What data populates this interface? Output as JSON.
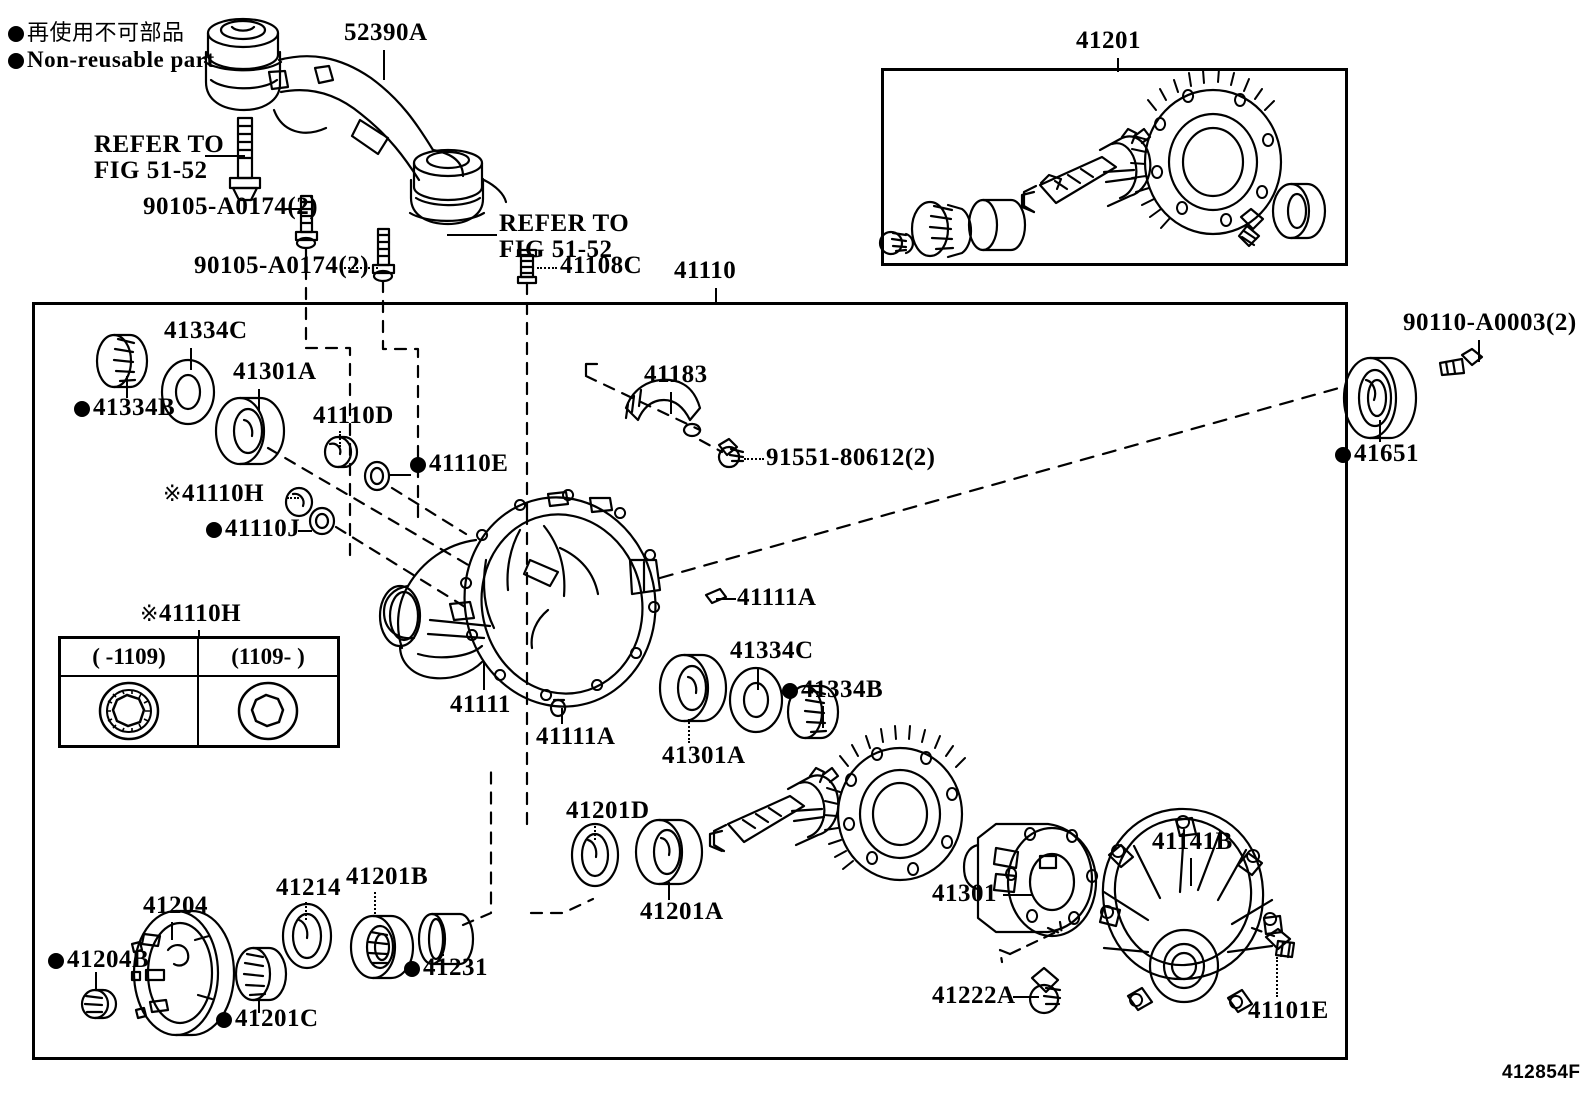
{
  "diagram": {
    "corner_id": "412854F",
    "legend": {
      "japanese": "再使用不可部品",
      "english": "Non-reusable part"
    },
    "notes": [
      {
        "id": "refer-1",
        "line1": "REFER TO",
        "line2": "FIG 51-52"
      },
      {
        "id": "refer-2",
        "line1": "REFER TO",
        "line2": "FIG 51-52"
      }
    ],
    "boxes": [
      {
        "name": "sub-assembly-41201-box",
        "label": "41201"
      },
      {
        "name": "main-assembly-41110-box",
        "label": "41110"
      }
    ],
    "variant_table": {
      "title": "41110H",
      "title_prefix": "※",
      "columns": [
        "(      -1109)",
        "(1109-      )"
      ]
    },
    "callouts": [
      {
        "id": "c-52390A",
        "text": "52390A",
        "marked": false
      },
      {
        "id": "c-90105-1",
        "text": "90105-A0174(2)",
        "marked": false
      },
      {
        "id": "c-90105-2",
        "text": "90105-A0174(2)",
        "marked": false
      },
      {
        "id": "c-41108C",
        "text": "41108C",
        "marked": false
      },
      {
        "id": "c-41110",
        "text": "41110",
        "marked": false
      },
      {
        "id": "c-41201",
        "text": "41201",
        "marked": false
      },
      {
        "id": "c-41334C-1",
        "text": "41334C",
        "marked": false
      },
      {
        "id": "c-41334B-1",
        "text": "41334B",
        "marked": true
      },
      {
        "id": "c-41301A-1",
        "text": "41301A",
        "marked": false
      },
      {
        "id": "c-41110D",
        "text": "41110D",
        "marked": false
      },
      {
        "id": "c-41110E",
        "text": "41110E",
        "marked": true
      },
      {
        "id": "c-41110H",
        "text": "41110H",
        "marked": false,
        "prefix": "※"
      },
      {
        "id": "c-41110J",
        "text": "41110J",
        "marked": true
      },
      {
        "id": "c-41183",
        "text": "41183",
        "marked": false
      },
      {
        "id": "c-91551",
        "text": "91551-80612(2)",
        "marked": false
      },
      {
        "id": "c-90110",
        "text": "90110-A0003(2)",
        "marked": false
      },
      {
        "id": "c-41651",
        "text": "41651",
        "marked": true
      },
      {
        "id": "c-41111A-1",
        "text": "41111A",
        "marked": false
      },
      {
        "id": "c-41111",
        "text": "41111",
        "marked": false
      },
      {
        "id": "c-41111A-2",
        "text": "41111A",
        "marked": false
      },
      {
        "id": "c-41334C-2",
        "text": "41334C",
        "marked": false
      },
      {
        "id": "c-41334B-2",
        "text": "41334B",
        "marked": true
      },
      {
        "id": "c-41301A-2",
        "text": "41301A",
        "marked": false
      },
      {
        "id": "c-41201D",
        "text": "41201D",
        "marked": false
      },
      {
        "id": "c-41201A",
        "text": "41201A",
        "marked": false
      },
      {
        "id": "c-41201B",
        "text": "41201B",
        "marked": false
      },
      {
        "id": "c-41214",
        "text": "41214",
        "marked": false
      },
      {
        "id": "c-41231",
        "text": "41231",
        "marked": true
      },
      {
        "id": "c-41204",
        "text": "41204",
        "marked": false
      },
      {
        "id": "c-41204B",
        "text": "41204B",
        "marked": true
      },
      {
        "id": "c-41201C",
        "text": "41201C",
        "marked": true
      },
      {
        "id": "c-41301",
        "text": "41301",
        "marked": false
      },
      {
        "id": "c-41222A",
        "text": "41222A",
        "marked": false
      },
      {
        "id": "c-41141B",
        "text": "41141B",
        "marked": false
      },
      {
        "id": "c-41101E",
        "text": "41101E",
        "marked": false
      }
    ]
  }
}
